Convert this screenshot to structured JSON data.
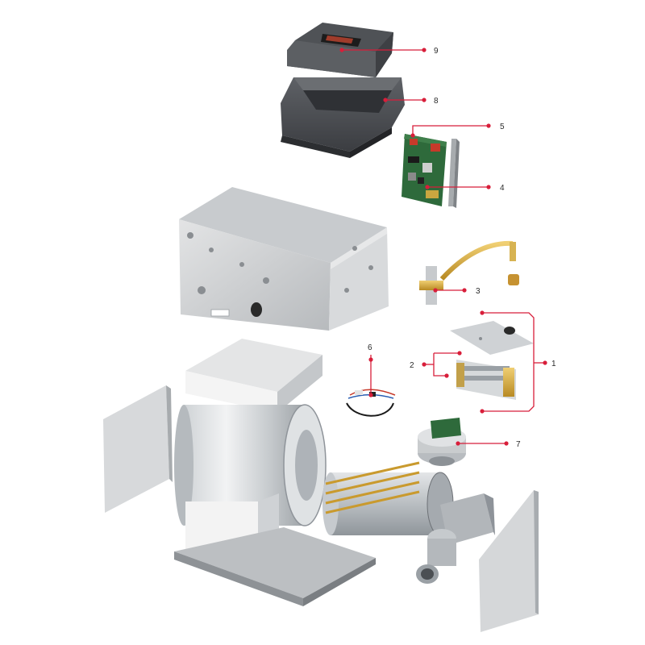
{
  "diagram": {
    "type": "exploded-view",
    "accent_color": "#d81e3a",
    "callouts": [
      {
        "id": "9",
        "label": "9"
      },
      {
        "id": "8",
        "label": "8"
      },
      {
        "id": "5",
        "label": "5"
      },
      {
        "id": "4",
        "label": "4"
      },
      {
        "id": "3",
        "label": "3"
      },
      {
        "id": "1",
        "label": "1"
      },
      {
        "id": "2",
        "label": "2"
      },
      {
        "id": "6",
        "label": "6"
      },
      {
        "id": "7",
        "label": "7"
      }
    ]
  }
}
